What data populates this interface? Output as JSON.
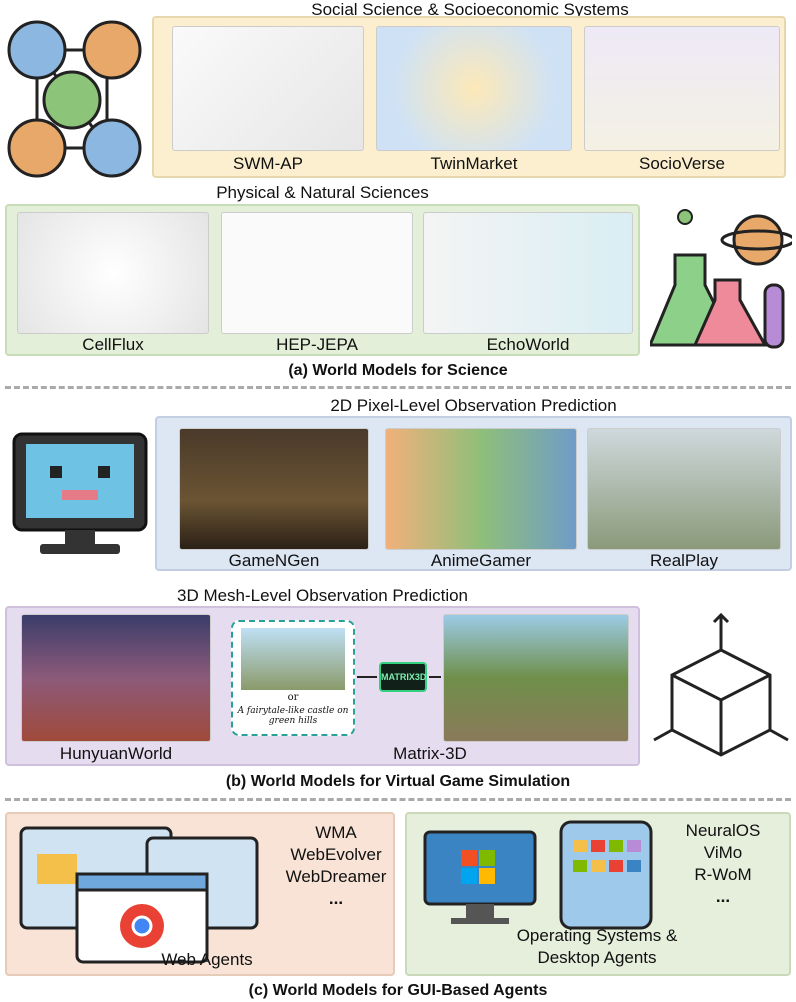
{
  "science": {
    "social_title": "Social Science & Socioeconomic Systems",
    "social_items": [
      "SWM-AP",
      "TwinMarket",
      "SocioVerse"
    ],
    "physical_title": "Physical & Natural Sciences",
    "physical_items": [
      "CellFlux",
      "HEP-JEPA",
      "EchoWorld"
    ],
    "caption": "(a) World Models for Science"
  },
  "game": {
    "pixel_title": "2D Pixel-Level Observation Prediction",
    "pixel_items": [
      "GameNGen",
      "AnimeGamer",
      "RealPlay"
    ],
    "mesh_title": "3D Mesh-Level Observation Prediction",
    "mesh_items": [
      "HunyuanWorld",
      "Matrix-3D"
    ],
    "matrix_logo": "MATRIX3D",
    "matrix_prompt_or": "or",
    "matrix_prompt": "A fairytale-like castle on green hills",
    "caption": "(b) World Models for Virtual Game Simulation"
  },
  "gui": {
    "web_list": [
      "WMA",
      "WebEvolver",
      "WebDreamer",
      "..."
    ],
    "web_label": "Web Agents",
    "os_list": [
      "NeuralOS",
      "ViMo",
      "R-WoM",
      "..."
    ],
    "os_label_1": "Operating Systems &",
    "os_label_2": "Desktop Agents",
    "caption": "(c) World Models for GUI-Based Agents"
  },
  "colors": {
    "social": "#fbefcf",
    "physical": "#e3efd8",
    "pixel": "#dde6f3",
    "mesh": "#e6dcef",
    "web": "#f8e3d6",
    "os": "#e6eedc"
  }
}
